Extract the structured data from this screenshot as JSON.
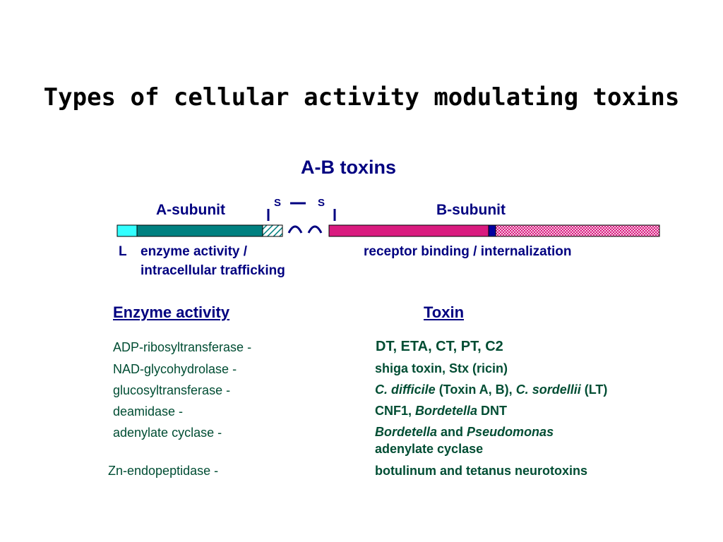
{
  "title": "Types of cellular activity modulating toxins",
  "ab_title": "A-B toxins",
  "diagram": {
    "a_subunit": "A-subunit",
    "b_subunit": "B-subunit",
    "s_left": "S",
    "s_right": "S",
    "l_label": "L",
    "a_function_line1": "enzyme activity /",
    "a_function_line2": "intracellular trafficking",
    "b_function": "receptor binding / internalization",
    "colors": {
      "leader": "#33ffff",
      "a_domain": "#008080",
      "b_domain": "#d91b7f",
      "b_marker": "#0000a0",
      "b_tail": "#e38cc0",
      "text": "#000080"
    }
  },
  "headers": {
    "enzyme_activity": "Enzyme activity",
    "toxin": "Toxin"
  },
  "rows": [
    {
      "enzyme": "ADP-ribosyltransferase -",
      "toxin": [
        {
          "t": "DT, ETA, CT, PT, C2",
          "i": false
        }
      ]
    },
    {
      "enzyme": "NAD-glycohydrolase -",
      "toxin": [
        {
          "t": "shiga toxin, Stx (ricin)",
          "i": false
        }
      ]
    },
    {
      "enzyme": "glucosyltransferase -",
      "toxin": [
        {
          "t": "C. difficile",
          "i": true
        },
        {
          "t": " (Toxin A, B), ",
          "i": false
        },
        {
          "t": "C. sordellii",
          "i": true
        },
        {
          "t": " (LT)",
          "i": false
        }
      ]
    },
    {
      "enzyme": "deamidase -",
      "toxin": [
        {
          "t": "CNF1, ",
          "i": false
        },
        {
          "t": "Bordetella",
          "i": true
        },
        {
          "t": " DNT",
          "i": false
        }
      ]
    },
    {
      "enzyme": "adenylate cyclase -",
      "toxin": [
        {
          "t": "Bordetella",
          "i": true
        },
        {
          "t": " and ",
          "i": false
        },
        {
          "t": "Pseudomonas",
          "i": true
        }
      ],
      "toxin_line2": "adenylate cyclase"
    },
    {
      "enzyme": "Zn-endopeptidase -",
      "toxin": [
        {
          "t": "botulinum and tetanus neurotoxins",
          "i": false
        }
      ]
    }
  ]
}
